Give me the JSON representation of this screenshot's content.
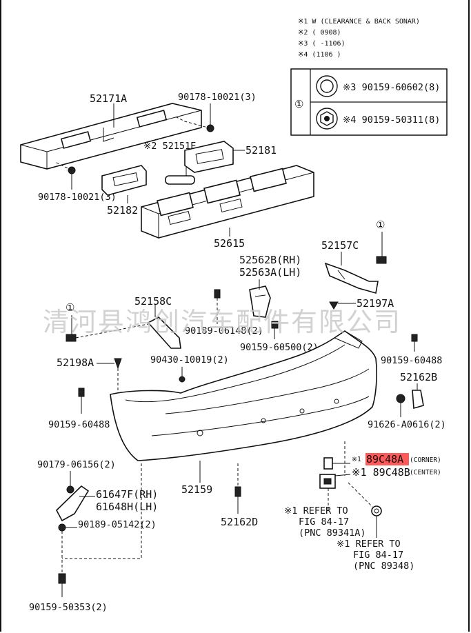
{
  "notes": [
    "※1 W (CLEARANCE & BACK SONAR)",
    "※2 (      0908)",
    "※3 (      -1106)",
    "※4 (1106       )"
  ],
  "callout": {
    "marker": "①",
    "item_a": "※3 90159-60602(8)",
    "item_b": "※4 90159-50311(8)"
  },
  "watermark": "清河县鸿创汽车配件有限公司",
  "labels": {
    "p52171A": "52171A",
    "p90178_top": "90178-10021(3)",
    "p52151E": "※2 52151E",
    "p52181": "52181",
    "p90178_left": "90178-10021(3)",
    "p52182": "52182",
    "p52615": "52615",
    "p52157C": "52157C",
    "marker_right": "①",
    "p52562B": "52562B(RH)",
    "p52563A": "52563A(LH)",
    "marker_left": "①",
    "p52158C": "52158C",
    "p52197A": "52197A",
    "p90189_06148": "90189-06148(2)",
    "p90159_60500": "90159-60500(2)",
    "p52198A": "52198A",
    "p90430": "90430-10019(2)",
    "p90159_60488_r": "90159-60488",
    "p52162B": "52162B",
    "p90159_60488_l": "90159-60488",
    "p91626": "91626-A0616(2)",
    "p90179": "90179-06156(2)",
    "p89C48A_prefix": "※1",
    "p89C48A": "89C48A",
    "p89C48A_note": "(CORNER)",
    "p89C48B": "※1 89C48B",
    "p89C48B_note": "(CENTER)",
    "p61647F": "61647F(RH)",
    "p61648H": "61648H(LH)",
    "p52159": "52159",
    "p90189_05142": "90189-05142(2)",
    "p52162D": "52162D",
    "ref1_l1": "※1 REFER TO",
    "ref1_l2": "FIG 84-17",
    "ref1_l3": "(PNC 89341A)",
    "ref2_l1": "※1 REFER TO",
    "ref2_l2": "FIG 84-17",
    "ref2_l3": "(PNC 89348)",
    "p90159_50353": "90159-50353(2)"
  },
  "colors": {
    "highlight": "#ff5a5a",
    "line": "#111111",
    "watermark": "#c8c8c8"
  }
}
